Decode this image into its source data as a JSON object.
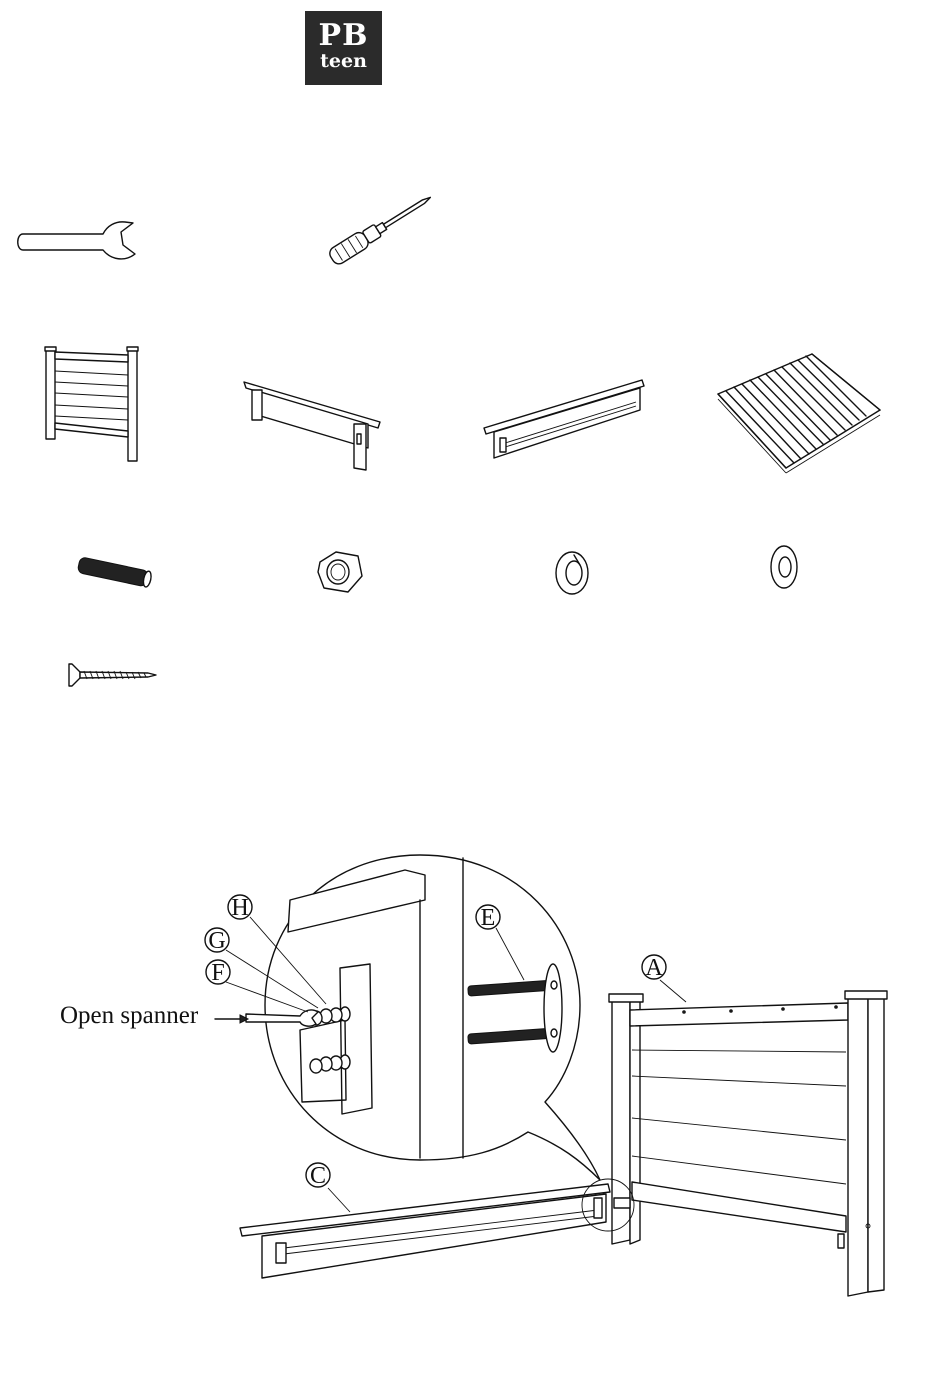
{
  "logo": {
    "line1": "PB",
    "line2": "teen"
  },
  "tools": [
    {
      "icon": "open-spanner-icon"
    },
    {
      "icon": "screwdriver-icon"
    }
  ],
  "parts_row1": [
    {
      "icon": "headboard-icon"
    },
    {
      "icon": "footboard-icon"
    },
    {
      "icon": "side-rail-icon"
    },
    {
      "icon": "slat-roll-icon"
    }
  ],
  "hardware_row": [
    {
      "icon": "bolt-icon"
    },
    {
      "icon": "hex-nut-icon"
    },
    {
      "icon": "spring-washer-icon"
    },
    {
      "icon": "flat-washer-icon"
    },
    {
      "icon": "wood-screw-icon"
    }
  ],
  "diagram": {
    "callouts": {
      "h": "H",
      "g": "G",
      "f": "F",
      "e": "E",
      "a": "A",
      "c": "C"
    },
    "tool_label": "Open spanner"
  }
}
